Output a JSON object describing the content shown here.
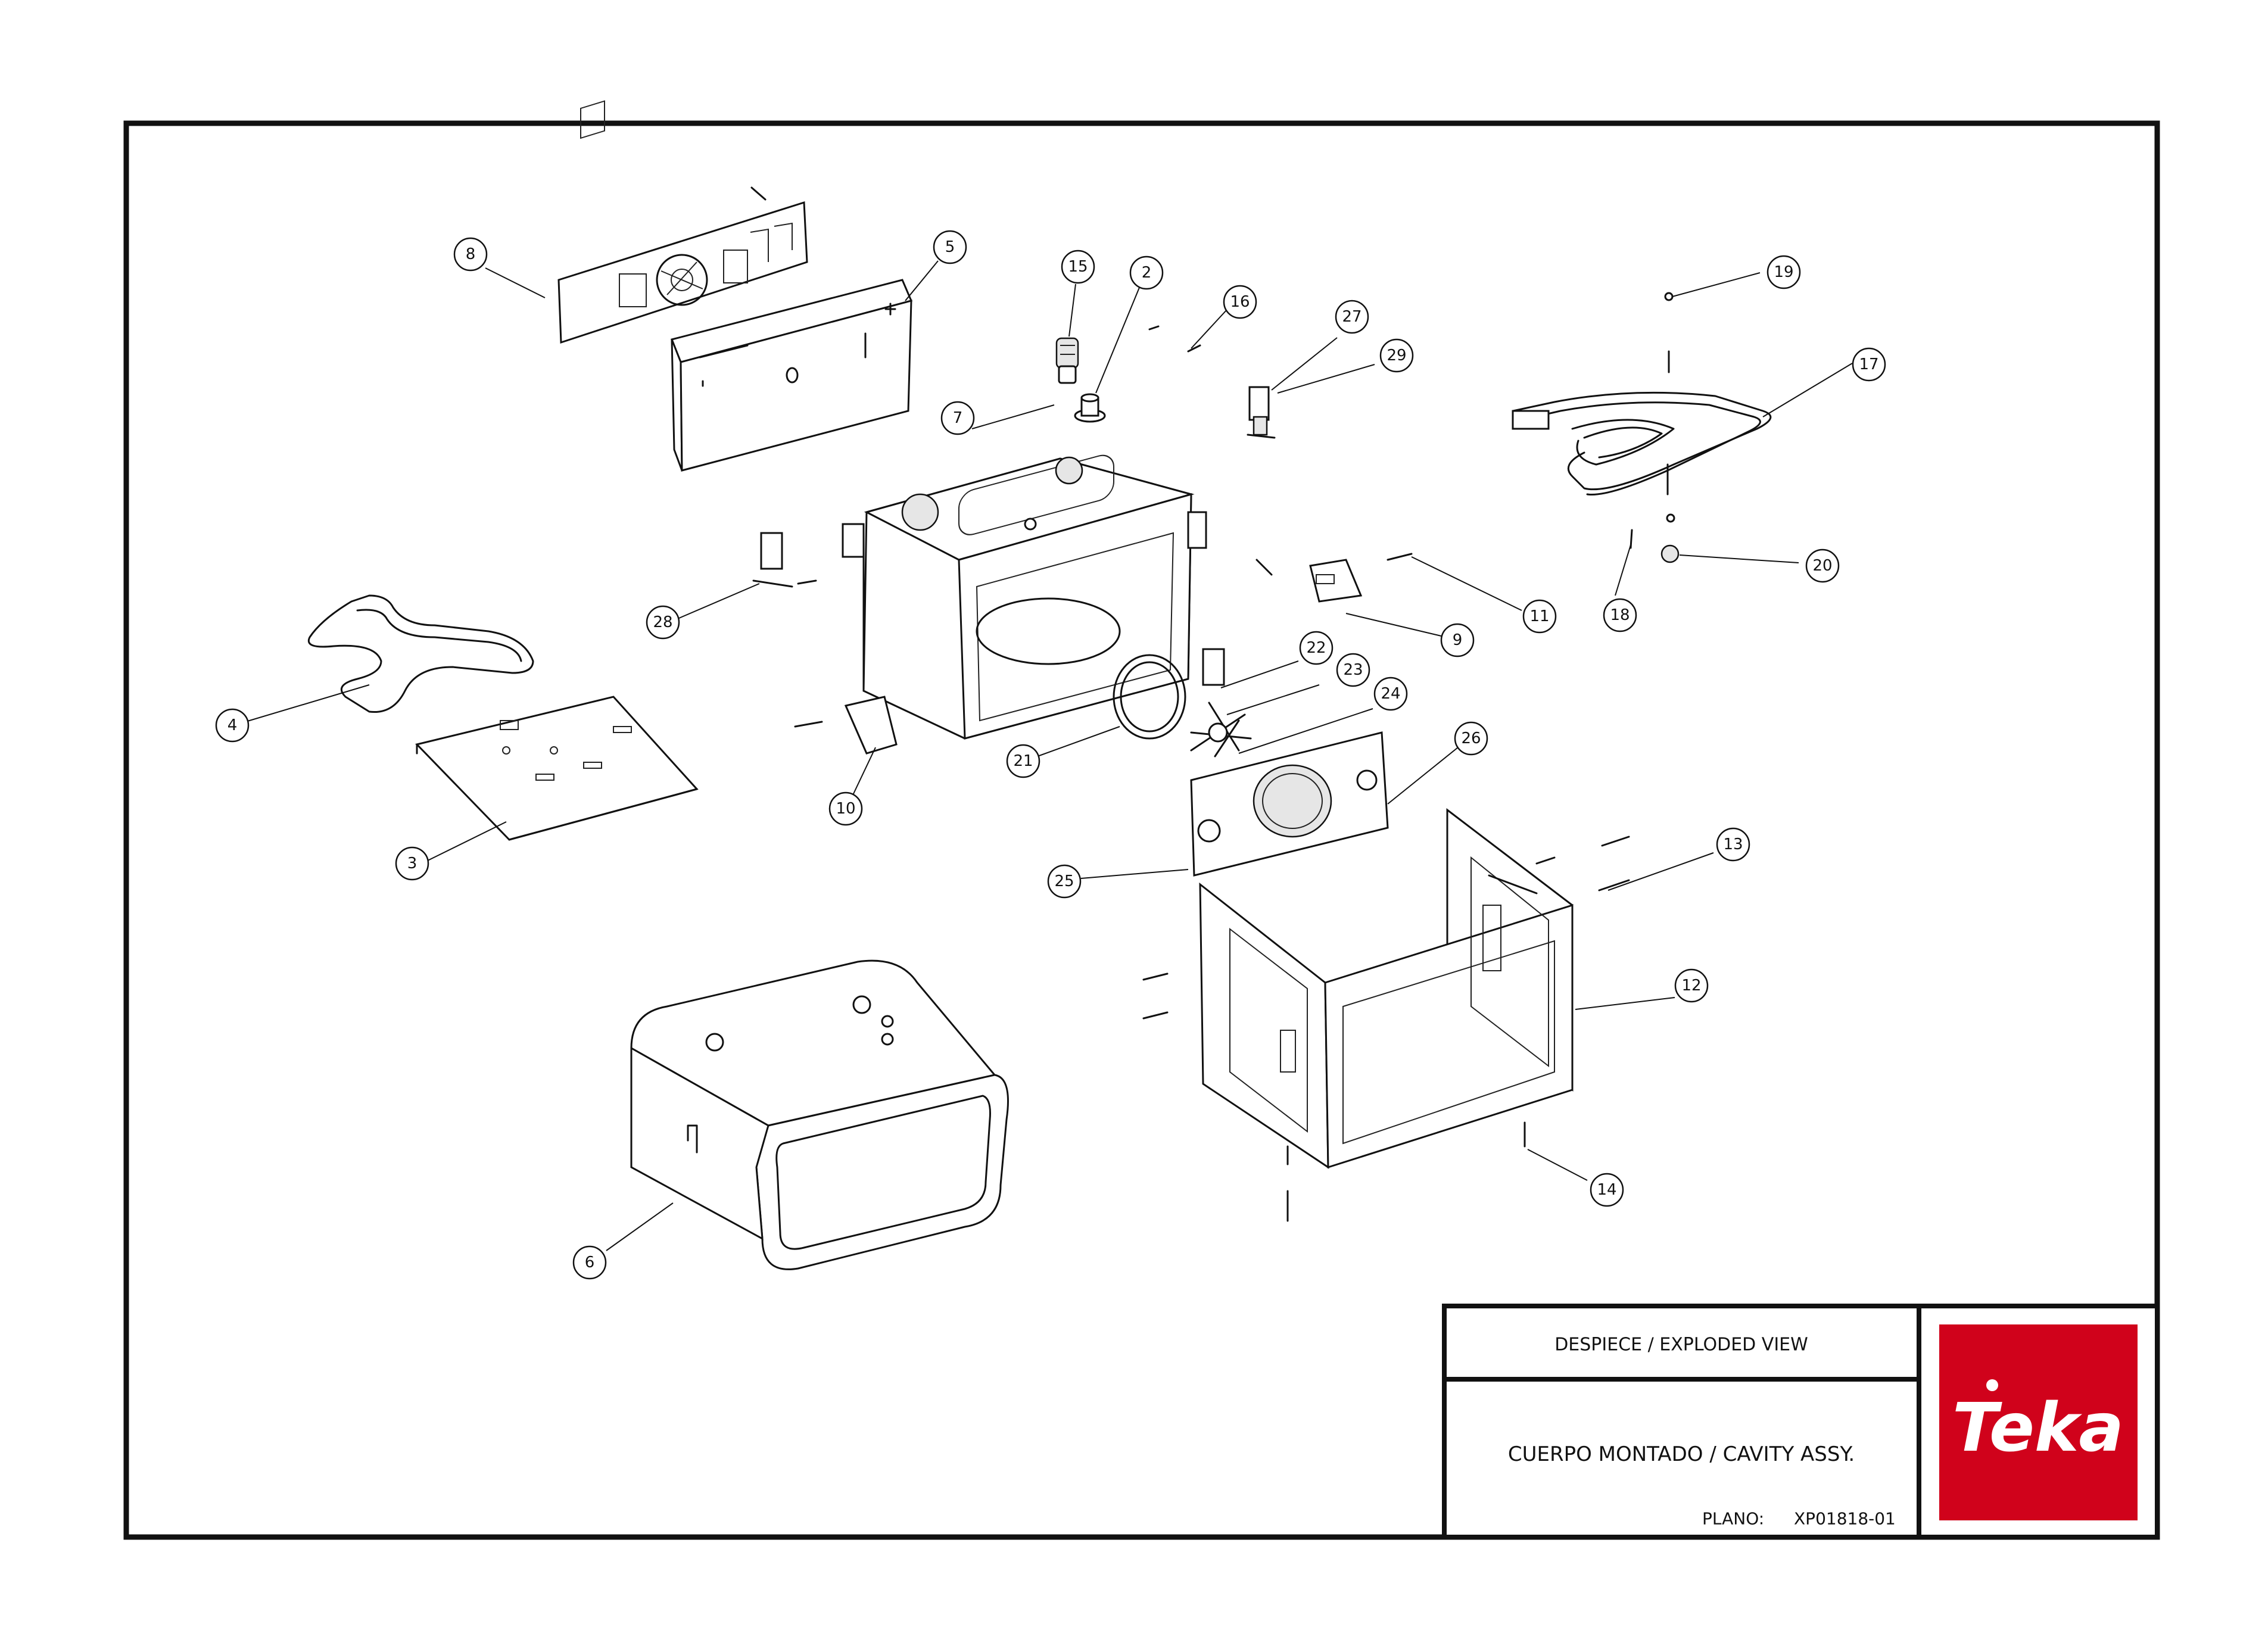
{
  "title_block": {
    "heading": "DESPIECE / EXPLODED VIEW",
    "assembly": "CUERPO MONTADO / CAVITY ASSY.",
    "plan_label": "PLANO:",
    "plan_number": "XP01818-01"
  },
  "logo": {
    "text": "Teka",
    "color": "#d0021b"
  },
  "callouts": [
    "2",
    "3",
    "4",
    "5",
    "6",
    "7",
    "8",
    "9",
    "10",
    "11",
    "12",
    "13",
    "14",
    "15",
    "16",
    "17",
    "18",
    "19",
    "20",
    "21",
    "22",
    "23",
    "24",
    "25",
    "26",
    "27",
    "28",
    "29"
  ]
}
